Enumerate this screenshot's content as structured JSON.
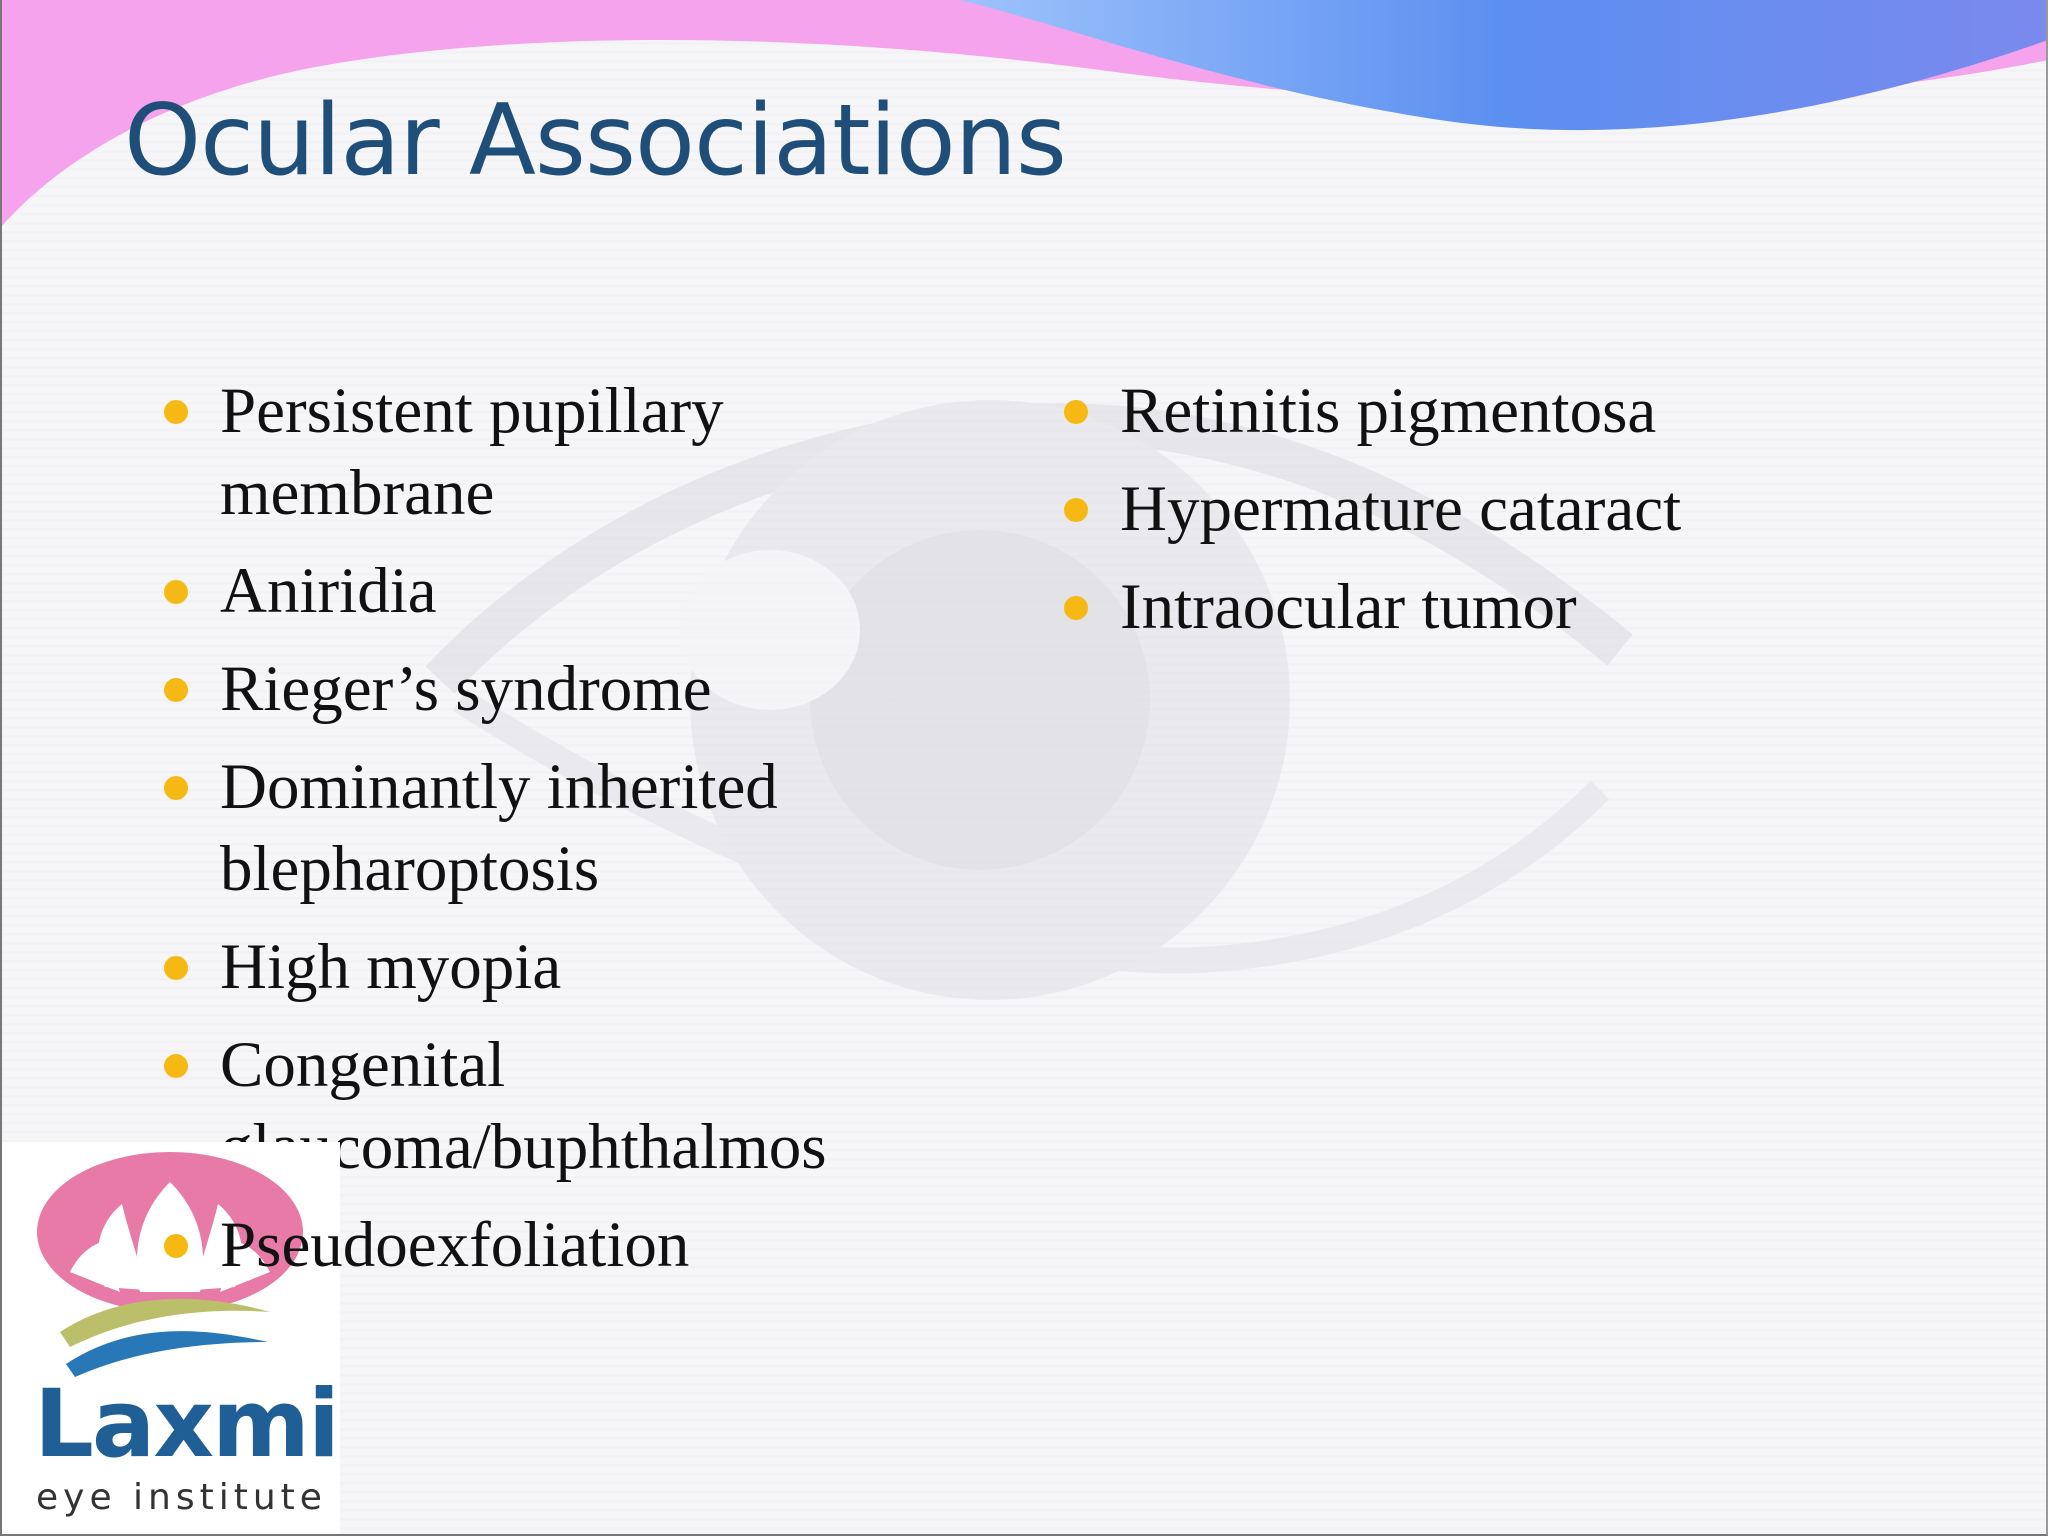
{
  "slide": {
    "title": "Ocular Associations",
    "left_column": [
      {
        "text": "Persistent pupillary membrane"
      },
      {
        "text": "Aniridia"
      },
      {
        "text": "Rieger’s syndrome"
      },
      {
        "text": "Dominantly inherited blepharoptosis"
      },
      {
        "text": "High myopia"
      },
      {
        "text": "Congenital glaucoma/buphthalmos"
      },
      {
        "text": "Pseudoexfoliation"
      }
    ],
    "right_column": [
      {
        "text": "Retinitis pigmentosa"
      },
      {
        "text": "Hypermature cataract"
      },
      {
        "text": "Intraocular tumor"
      }
    ]
  },
  "logo": {
    "name": "Laxmi",
    "tagline": "eye institute"
  },
  "colors": {
    "title": "#1f4e79",
    "bullet": "#f6b914",
    "header_pink": "#f4a3ec",
    "header_blue": "#5b8ff0",
    "logo_pink": "#e77aa6",
    "logo_olive": "#bcbf6a",
    "logo_blue": "#2878b8"
  }
}
